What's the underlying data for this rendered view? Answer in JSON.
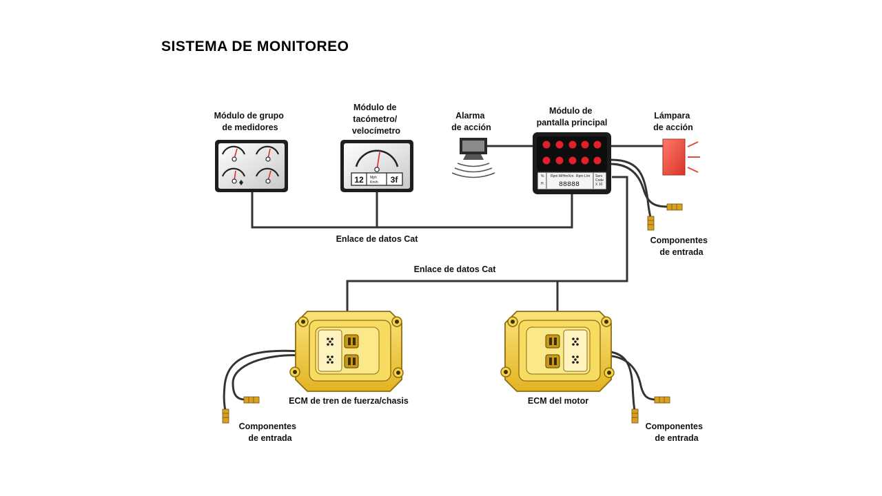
{
  "title": "SISTEMA DE MONITOREO",
  "labels": {
    "gauge_cluster": [
      "Módulo de grupo",
      "de medidores"
    ],
    "tacho": [
      "Módulo de",
      "tacómetro/",
      "velocímetro"
    ],
    "alarm": [
      "Alarma",
      "de acción"
    ],
    "main_display": [
      "Módulo de",
      "pantalla principal"
    ],
    "lamp": [
      "Lámpara",
      "de acción"
    ],
    "datalink_1": "Enlace de datos Cat",
    "datalink_2": "Enlace de datos Cat",
    "inputs_right": [
      "Componentes",
      "de entrada"
    ],
    "ecm_chassis": "ECM de tren de fuerza/chasis",
    "ecm_engine": "ECM del motor",
    "inputs_left_bottom": [
      "Componentes",
      "de entrada"
    ],
    "inputs_right_bottom": [
      "Componentes",
      "de entrada"
    ]
  },
  "tacho_readout": {
    "left": "12",
    "unit_top": "Mph",
    "unit_bottom": "Km/h",
    "right": "3f"
  },
  "display_readout": {
    "col1": [
      "%",
      "H"
    ],
    "units": [
      "Rpm",
      "M/Hm",
      "Km",
      "Rpm",
      "L/m"
    ],
    "right": [
      "Serv",
      "Code",
      "X 10"
    ],
    "digits": "88888"
  },
  "colors": {
    "ecm": "#f2cf3c",
    "led": "#e0202a",
    "lamp": "#e8473a",
    "wire": "#333333",
    "connector": "#d8a020"
  }
}
